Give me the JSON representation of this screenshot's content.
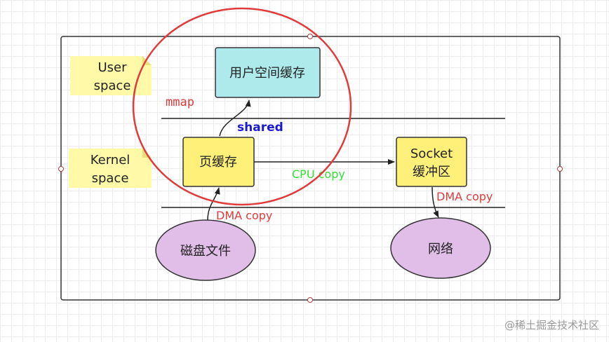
{
  "notes": {
    "user_space": {
      "line1": "User",
      "line2": "space"
    },
    "kernel_space": {
      "line1": "Kernel",
      "line2": "space"
    }
  },
  "nodes": {
    "user_buffer": "用户空间缓存",
    "page_cache": "页缓存",
    "socket_buffer": {
      "line1": "Socket",
      "line2": "缓冲区"
    },
    "disk_file": "磁盘文件",
    "network": "网络"
  },
  "labels": {
    "mmap": "mmap",
    "shared": "shared",
    "cpu_copy": "CPU copy",
    "dma_copy_disk": "DMA copy",
    "dma_copy_net": "DMA copy"
  },
  "watermark": "@稀土掘金技术社区",
  "colors": {
    "user_buffer_fill": "#aeeaec",
    "cache_fill": "#fff07a",
    "ellipse_fill": "#e1bee7",
    "note_fill": "#fff9a8",
    "red": "#e03b3b",
    "blue": "#1a1ad0",
    "green": "#33e033"
  }
}
